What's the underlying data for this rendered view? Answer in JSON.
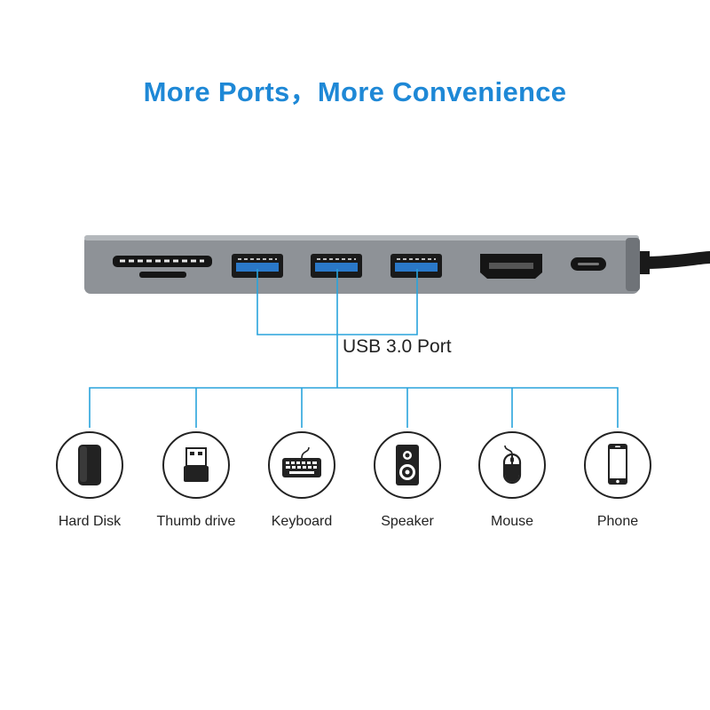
{
  "headline": "More Ports，More Convenience",
  "port_label": "USB 3.0 Port",
  "colors": {
    "accent": "#1e88d6",
    "line": "#29a3dc",
    "hub_body": "#8e9297",
    "usb_blue": "#2a78c8",
    "icon": "#222222"
  },
  "hub": {
    "ports": [
      "sd-card-slot",
      "microsd-slot",
      "usb-a-port",
      "usb-a-port",
      "usb-a-port",
      "hdmi-port",
      "usb-c-port"
    ]
  },
  "devices": [
    {
      "label": "Hard Disk",
      "icon": "hard-disk-icon"
    },
    {
      "label": "Thumb drive",
      "icon": "thumb-drive-icon"
    },
    {
      "label": "Keyboard",
      "icon": "keyboard-icon"
    },
    {
      "label": "Speaker",
      "icon": "speaker-icon"
    },
    {
      "label": "Mouse",
      "icon": "mouse-icon"
    },
    {
      "label": "Phone",
      "icon": "phone-icon"
    }
  ]
}
